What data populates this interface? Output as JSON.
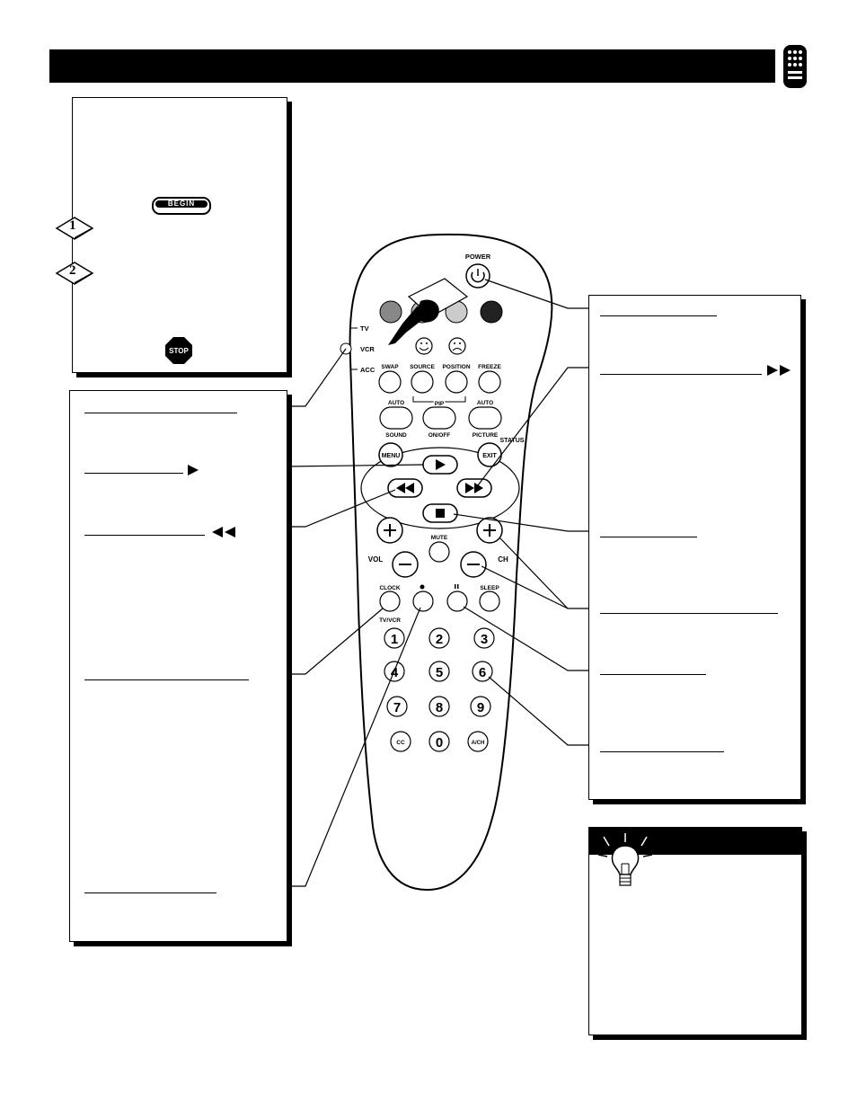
{
  "remote": {
    "power": "POWER",
    "modes": [
      "TV",
      "VCR",
      "ACC"
    ],
    "row_swap": [
      "SWAP",
      "SOURCE",
      "POSITION",
      "FREEZE"
    ],
    "pip": "PIP",
    "auto_left": "AUTO",
    "auto_right": "AUTO",
    "sound": "SOUND",
    "on_off": "ON/OFF",
    "picture": "PICTURE",
    "menu": "MENU",
    "exit": "EXIT",
    "status": "STATUS",
    "vol": "VOL",
    "ch": "CH",
    "mute": "MUTE",
    "clock": "CLOCK",
    "sleep": "SLEEP",
    "tv_vcr": "TV/VCR",
    "digits": [
      "1",
      "2",
      "3",
      "4",
      "5",
      "6",
      "7",
      "8",
      "9",
      "0"
    ],
    "cc": "CC",
    "ach": "A/CH"
  },
  "begin_badge": "BEGIN",
  "stop_badge": "STOP",
  "steps": [
    "1",
    "2"
  ],
  "colors": {
    "ink": "#000000",
    "paper": "#ffffff",
    "remote_gray": "#888888"
  }
}
